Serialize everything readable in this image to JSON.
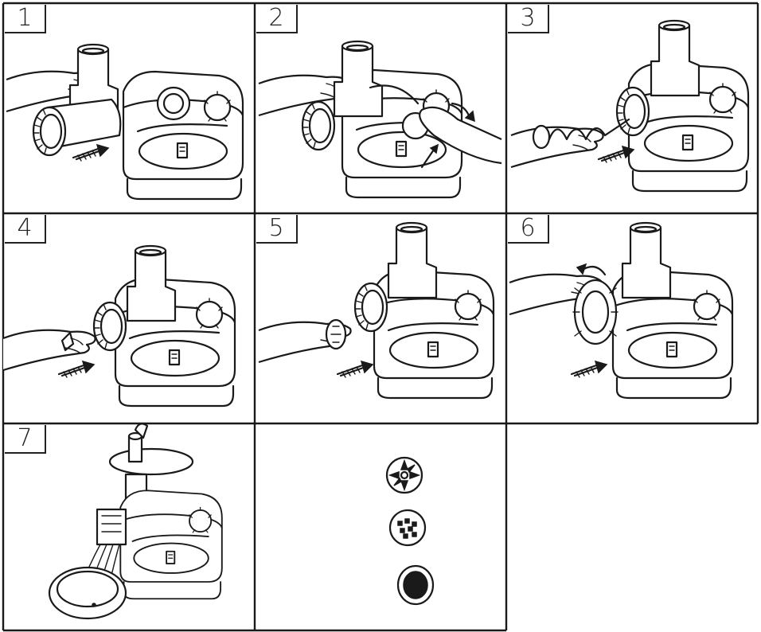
{
  "steps": [
    {
      "number": "1",
      "illustration": "attach-feed-tube-to-motor-housing"
    },
    {
      "number": "2",
      "illustration": "rotate-and-lock-feed-tube"
    },
    {
      "number": "3",
      "illustration": "insert-feed-screw"
    },
    {
      "number": "4",
      "illustration": "insert-cutter-blade"
    },
    {
      "number": "5",
      "illustration": "insert-cutting-disc"
    },
    {
      "number": "6",
      "illustration": "screw-on-ring-nut"
    },
    {
      "number": "7",
      "illustration": "mince-into-bowl-with-tray-and-pusher"
    }
  ],
  "discs": [
    "coarse-disc",
    "medium-disc",
    "fine-disc"
  ],
  "colors": {
    "line": "#1a1a1a",
    "background": "#ffffff"
  }
}
